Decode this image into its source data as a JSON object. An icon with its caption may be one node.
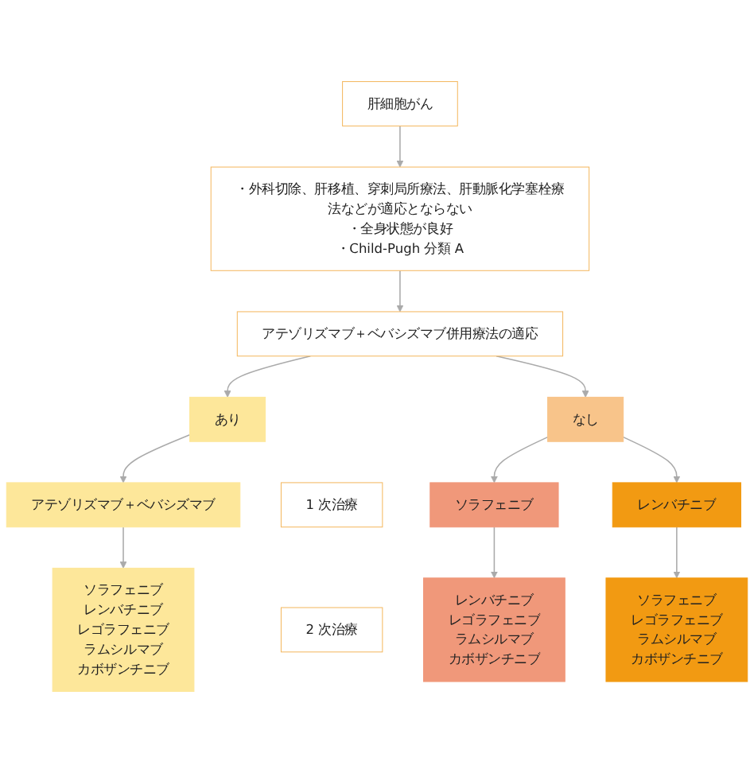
{
  "diagram": {
    "nodes": [
      {
        "text": [
          "肝細胞がん"
        ]
      },
      {
        "text": [
          "・外科切除、肝移植、穿刺局所療法、肝動脈化学塞栓療法などが適応とならない",
          "・全身状態が良好",
          "・Child-Pugh 分類 A"
        ]
      },
      {
        "text": [
          "アテゾリズマブ＋ベバシズマブ併用療法の適応"
        ]
      },
      {
        "text": [
          "あり"
        ]
      },
      {
        "text": [
          "なし"
        ]
      },
      {
        "text": [
          "1 次治療"
        ]
      },
      {
        "text": [
          "アテゾリズマブ＋ベバシズマブ"
        ]
      },
      {
        "text": [
          "ソラフェニブ"
        ]
      },
      {
        "text": [
          "レンバチニブ"
        ]
      },
      {
        "text": [
          "2 次治療"
        ]
      },
      {
        "text": [
          "ソラフェニブ",
          "レンバチニブ",
          "レゴラフェニブ",
          "ラムシルマブ",
          "カボザンチニブ"
        ]
      },
      {
        "text": [
          "レンバチニブ",
          "レゴラフェニブ",
          "ラムシルマブ",
          "カボザンチニブ"
        ]
      },
      {
        "text": [
          "ソラフェニブ",
          "レゴラフェニブ",
          "ラムシルマブ",
          "カボザンチニブ"
        ]
      }
    ],
    "edges": [
      {
        "from": 0,
        "to": 1,
        "arrow": "to"
      },
      {
        "from": 1,
        "to": 2,
        "arrow": "to"
      },
      {
        "from": 2,
        "to": 3,
        "arrow": "to"
      },
      {
        "from": 2,
        "to": 4,
        "arrow": "to"
      },
      {
        "from": 3,
        "to": 6,
        "arrow": "to"
      },
      {
        "from": 4,
        "to": 7,
        "arrow": "to"
      },
      {
        "from": 4,
        "to": 8,
        "arrow": "to"
      },
      {
        "from": 6,
        "to": 10,
        "arrow": "to"
      },
      {
        "from": 7,
        "to": 11,
        "arrow": "to"
      },
      {
        "from": 8,
        "to": 12,
        "arrow": "to"
      }
    ]
  }
}
